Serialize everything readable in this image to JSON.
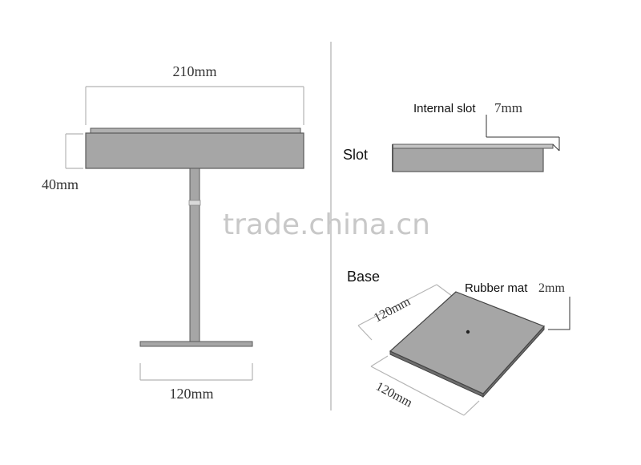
{
  "stand": {
    "width_label": "210mm",
    "height_label": "40mm",
    "base_label": "120mm"
  },
  "slot": {
    "title": "Slot",
    "internal_slot_label": "Internal slot",
    "slot_size_label": "7mm"
  },
  "base": {
    "title": "Base",
    "mat_label": "Rubber mat",
    "mat_thickness_label": "2mm",
    "side_a_label": "120mm",
    "side_b_label": "120mm"
  },
  "watermark": "trade.china.cn",
  "colors": {
    "plate_fill": "#a6a6a6",
    "plate_edge": "#5a5a5a",
    "dim_line": "#b5b5b5",
    "leader_line": "#333333",
    "divider": "#bfbfbf"
  }
}
